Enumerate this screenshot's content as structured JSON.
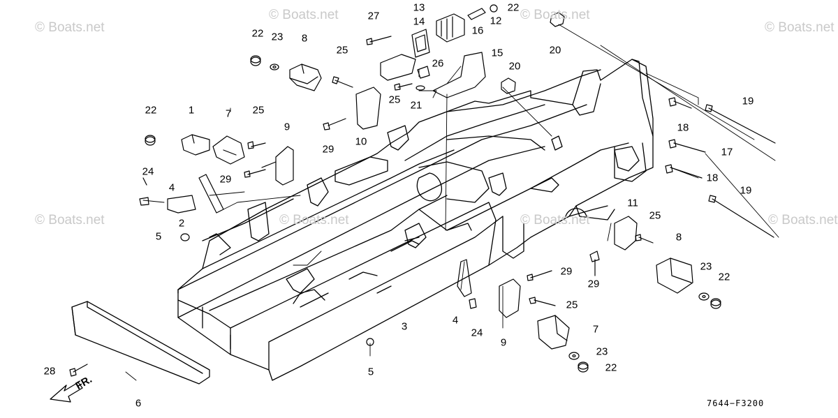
{
  "watermark": "© Boats.net",
  "diagram_code": "7644−F3200",
  "direction_label": "FR.",
  "part_labels": {
    "p1": "1",
    "p2": "2",
    "p3": "3",
    "p4a": "4",
    "p4b": "4",
    "p5a": "5",
    "p5b": "5",
    "p6": "6",
    "p7a": "7",
    "p7b": "7",
    "p8a": "8",
    "p8b": "8",
    "p9a": "9",
    "p9b": "9",
    "p10": "10",
    "p11": "11",
    "p12": "12",
    "p13": "13",
    "p14": "14",
    "p15": "15",
    "p16": "16",
    "p17": "17",
    "p18a": "18",
    "p18b": "18",
    "p19a": "19",
    "p19b": "19",
    "p20a": "20",
    "p20b": "20",
    "p21": "21",
    "p22a": "22",
    "p22b": "22",
    "p22c": "22",
    "p22d": "22",
    "p22e": "22",
    "p23a": "23",
    "p23b": "23",
    "p23c": "23",
    "p24a": "24",
    "p24b": "24",
    "p25a": "25",
    "p25b": "25",
    "p25c": "25",
    "p25d": "25",
    "p25e": "25",
    "p26": "26",
    "p27": "27",
    "p28": "28",
    "p29a": "29",
    "p29b": "29",
    "p29c": "29",
    "p29d": "29"
  },
  "colors": {
    "line": "#000000",
    "watermark": "#c9c9c9",
    "background": "#ffffff"
  }
}
